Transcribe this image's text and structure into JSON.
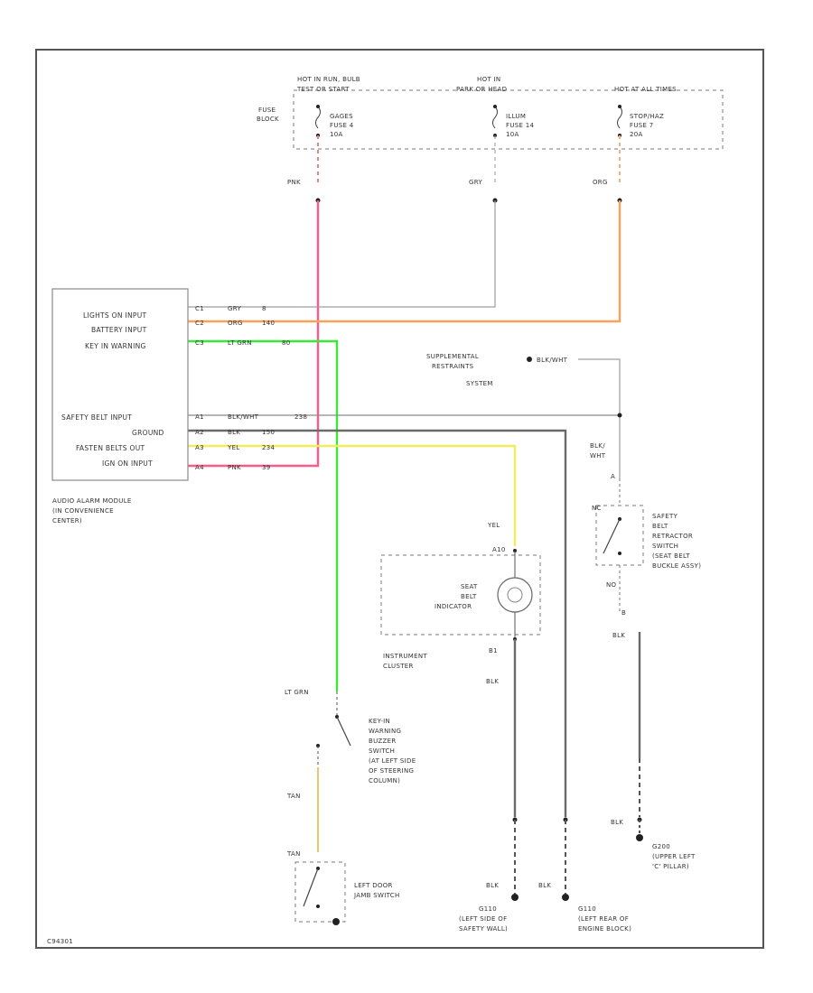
{
  "labels": {
    "fuse_block": [
      "FUSE",
      "BLOCK"
    ],
    "hot_run_bulb": [
      "HOT IN RUN, BULB",
      "TEST OR START"
    ],
    "hot_park": [
      "HOT IN",
      "PARK OR HEAD"
    ],
    "hot_all": "HOT AT ALL TIMES",
    "fuse_gages": [
      "GAGES",
      "FUSE 4",
      "10A"
    ],
    "fuse_illum": [
      "ILLUM",
      "FUSE 14",
      "10A"
    ],
    "fuse_stop": [
      "STOP/HAZ",
      "FUSE 7",
      "20A"
    ],
    "wire_pnk": "PNK",
    "wire_gry": "GRY",
    "wire_org": "ORG",
    "module_inputs": [
      "LIGHTS ON INPUT",
      "BATTERY INPUT",
      "KEY IN WARNING"
    ],
    "module_inputs2": [
      "SAFETY BELT INPUT",
      "GROUND",
      "FASTEN BELTS OUT",
      "IGN ON INPUT"
    ],
    "module_name": [
      "AUDIO ALARM MODULE",
      "(IN CONVENIENCE",
      "CENTER)"
    ],
    "pins": [
      "C1",
      "C2",
      "C3",
      "A1",
      "A2",
      "A3",
      "A4"
    ],
    "wire_colors": [
      "GRY",
      "ORG",
      "LT GRN",
      "BLK/WHT",
      "BLK",
      "YEL",
      "PNK"
    ],
    "wire_nums": [
      "8",
      "140",
      "80",
      "238",
      "150",
      "234",
      "39"
    ],
    "srs": [
      "SUPPLEMENTAL",
      "RESTRAINTS",
      "SYSTEM"
    ],
    "srs_wire": "BLK/WHT",
    "blk_wht_lbl": [
      "BLK/",
      "WHT"
    ],
    "seat_switch": [
      "SAFETY",
      "BELT",
      "RETRACTOR",
      "SWITCH",
      "(SEAT BELT",
      "BUCKLE ASSY)"
    ],
    "sw_nc": "NC",
    "sw_no": "NO",
    "sw_a": "A",
    "sw_b": "B",
    "yel": "YEL",
    "indicator": [
      "SEAT",
      "BELT",
      "INDICATOR"
    ],
    "ind_pins": [
      "A10",
      "B1"
    ],
    "cluster": [
      "INSTRUMENT",
      "CLUSTER"
    ],
    "blk": "BLK",
    "lt_grn": "LT GRN",
    "tan": "TAN",
    "key_switch": [
      "KEY-IN",
      "WARNING",
      "BUZZER",
      "SWITCH",
      "(AT LEFT SIDE",
      "OF STEERING",
      "COLUMN)"
    ],
    "door_switch": [
      "LEFT DOOR",
      "JAMB SWITCH"
    ],
    "g_left_mid": [
      "G110",
      "(LEFT SIDE OF",
      "SAFETY WALL)"
    ],
    "g_right_mid": [
      "G110",
      "(LEFT REAR OF",
      "ENGINE BLOCK)"
    ],
    "g_right": [
      "G200",
      "(UPPER LEFT",
      "'C' PILLAR)"
    ],
    "footer": "C94301"
  }
}
